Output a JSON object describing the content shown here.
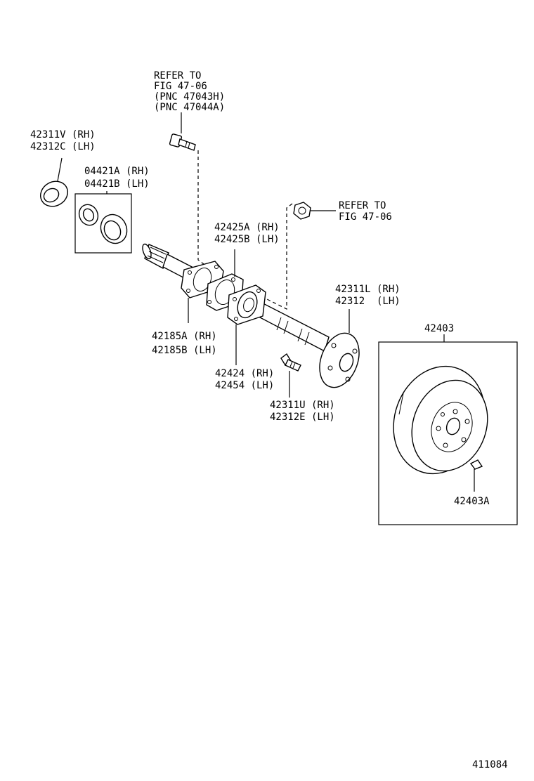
{
  "labels": {
    "refer_top_1": "REFER TO",
    "refer_top_2": "FIG 47-06",
    "refer_top_3": "(PNC 47043H)",
    "refer_top_4": "(PNC 47044A)",
    "oil_seal_rh": "42311V (RH)",
    "oil_seal_lh": "42312C (LH)",
    "bearing_rh": "04421A (RH)",
    "bearing_lh": "04421B (LH)",
    "refer_right_1": "REFER TO",
    "refer_right_2": "FIG 47-06",
    "gasket_rh": "42425A (RH)",
    "gasket_lh": "42425B (LH)",
    "axle_shaft_rh": "42311L (RH)",
    "axle_shaft_lh": "42312  (LH)",
    "plate_rh": "42185A (RH)",
    "plate_lh": "42185B (LH)",
    "retainer_rh": "42424 (RH)",
    "retainer_lh": "42454 (LH)",
    "hub_bolt_rh": "42311U (RH)",
    "hub_bolt_lh": "42312E (LH)",
    "brake_drum": "42403",
    "drum_plug": "42403A",
    "figure_number": "411084"
  }
}
